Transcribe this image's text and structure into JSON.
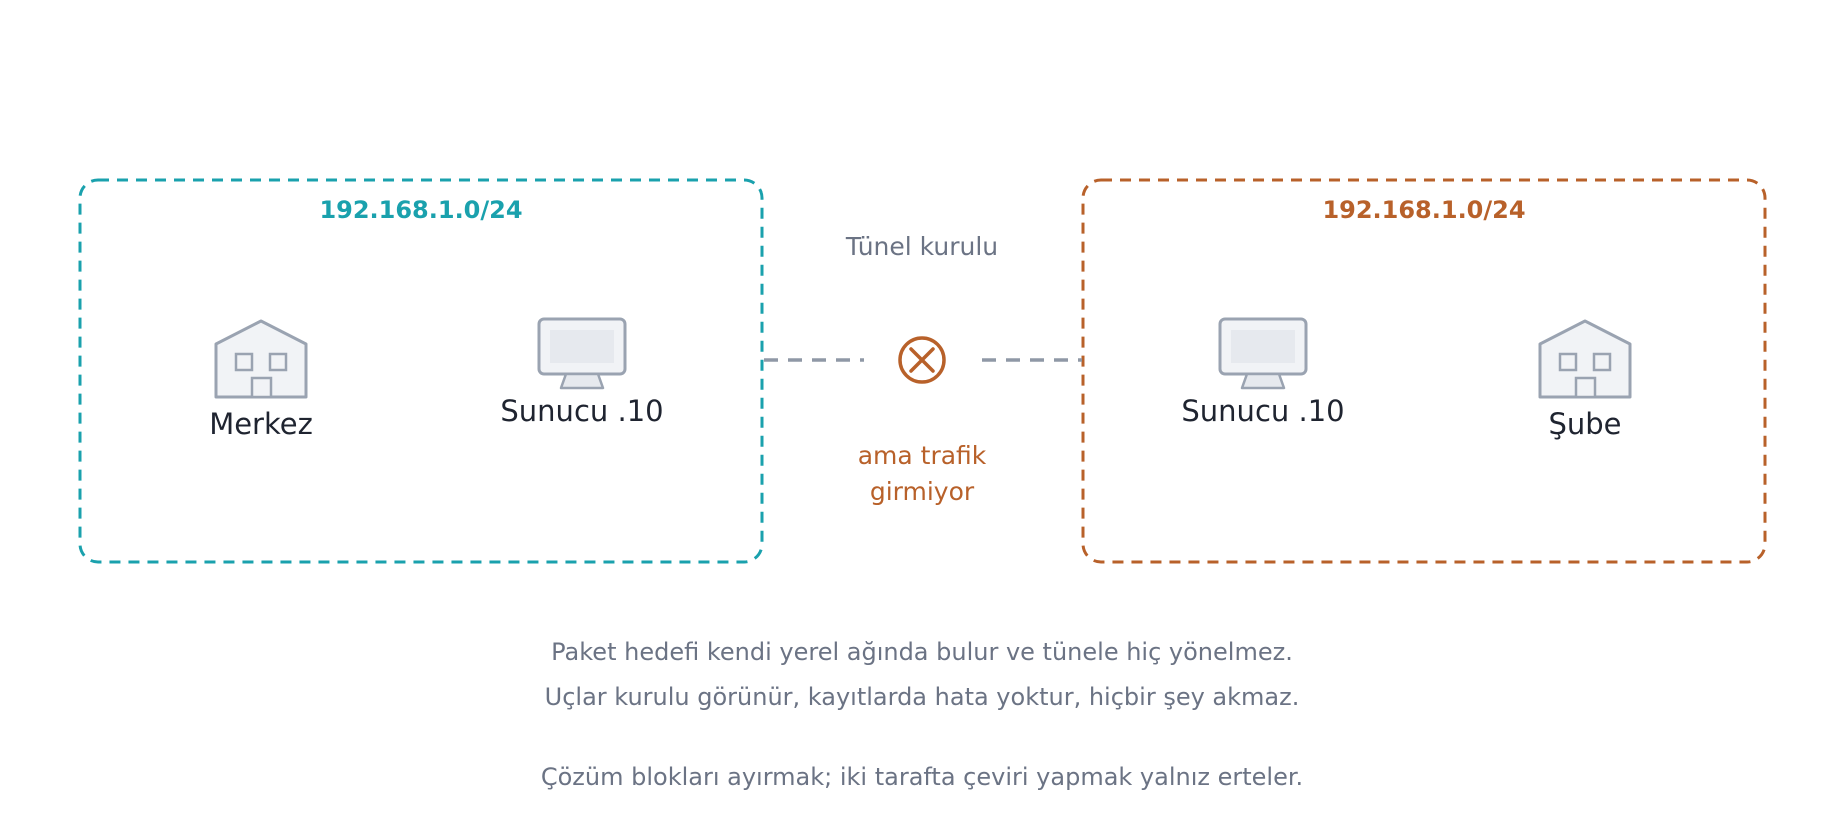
{
  "colors": {
    "left_accent": "#1aa1ad",
    "right_accent": "#b8612a",
    "icon_stroke": "#9aa3b1",
    "icon_fill": "#f1f3f6",
    "link_dash": "#8f98a6",
    "muted_text": "#6b7384",
    "node_text": "#1f2430"
  },
  "left_network": {
    "subnet": "192.168.1.0/24",
    "site": {
      "label": "Merkez",
      "icon": "building-icon"
    },
    "server": {
      "label": "Sunucu .10",
      "icon": "monitor-icon"
    }
  },
  "right_network": {
    "subnet": "192.168.1.0/24",
    "site": {
      "label": "Şube",
      "icon": "building-icon"
    },
    "server": {
      "label": "Sunucu .10",
      "icon": "monitor-icon"
    }
  },
  "tunnel": {
    "status": "Tünel kurulu",
    "icon": "blocked-x-icon",
    "warning_line1": "ama trafik",
    "warning_line2": "girmiyor"
  },
  "caption": {
    "line1": "Paket hedefi kendi yerel ağında bulur ve tünele hiç yönelmez.",
    "line2": "Uçlar kurulu görünür, kayıtlarda hata yoktur, hiçbir şey akmaz.",
    "line3": "Çözüm blokları ayırmak; iki tarafta çeviri yapmak yalnız erteler."
  }
}
